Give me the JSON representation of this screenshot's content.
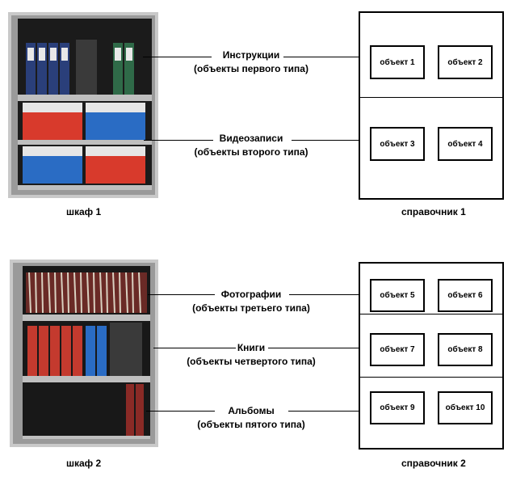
{
  "group1": {
    "cabinet_label": "шкаф 1",
    "directory_label": "справочник 1",
    "types": [
      {
        "name": "Инструкции",
        "desc": "(объекты первого типа)"
      },
      {
        "name": "Видеозаписи",
        "desc": "(объекты второго типа)"
      }
    ],
    "objects": [
      "объект 1",
      "объект 2",
      "объект 3",
      "объект 4"
    ]
  },
  "group2": {
    "cabinet_label": "шкаф 2",
    "directory_label": "справочник 2",
    "types": [
      {
        "name": "Фотографии",
        "desc": "(объекты третьего типа)"
      },
      {
        "name": "Книги",
        "desc": "(объекты четвертого типа)"
      },
      {
        "name": "Альбомы",
        "desc": "(объекты пятого типа)"
      }
    ],
    "objects": [
      "объект 5",
      "объект 6",
      "объект 7",
      "объект 8",
      "объект 9",
      "объект 10"
    ]
  }
}
